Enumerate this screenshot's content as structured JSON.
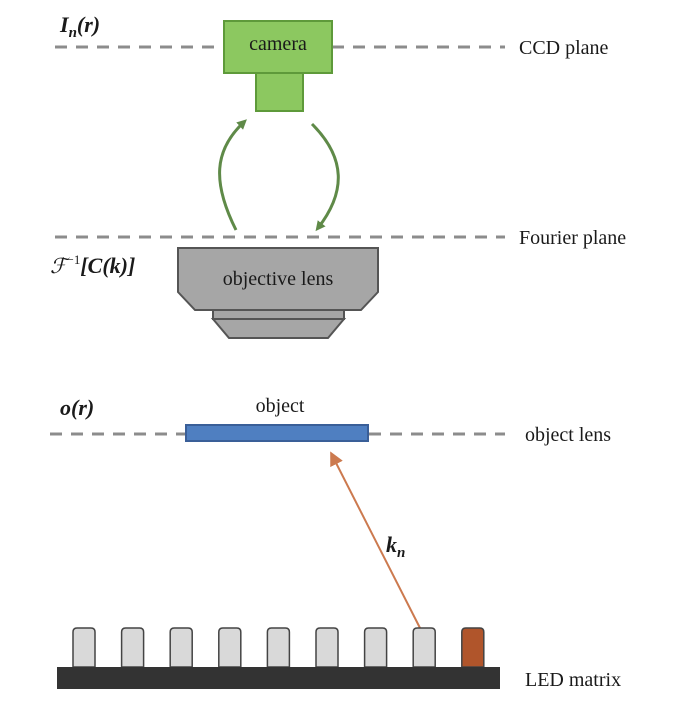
{
  "planes": {
    "ccd": "CCD plane",
    "fourier": "Fourier plane",
    "object": "object lens",
    "led": "LED matrix"
  },
  "components": {
    "camera": "camera",
    "objective": "objective lens",
    "object": "object"
  },
  "math": {
    "intensity_I": "I",
    "intensity_n": "n",
    "intensity_r": "(r)",
    "pupil_prefix": "ℱ",
    "pupil_exp": "−1",
    "pupil_body": "[C(k)]",
    "object_func": "o(r)",
    "wavevector_k": "k",
    "wavevector_n": "n"
  },
  "colors": {
    "camera_fill": "#8cc860",
    "camera_stroke": "#5e9a3a",
    "lens_fill": "#a6a6a6",
    "object_fill": "#4f7fc1",
    "led_off": "#d9d9d9",
    "led_on": "#b0552b",
    "arrow_green": "#5f8a48",
    "arrow_red": "#cc7a4f",
    "base": "#333333"
  },
  "led_array": {
    "count": 9,
    "active_index": 8
  }
}
